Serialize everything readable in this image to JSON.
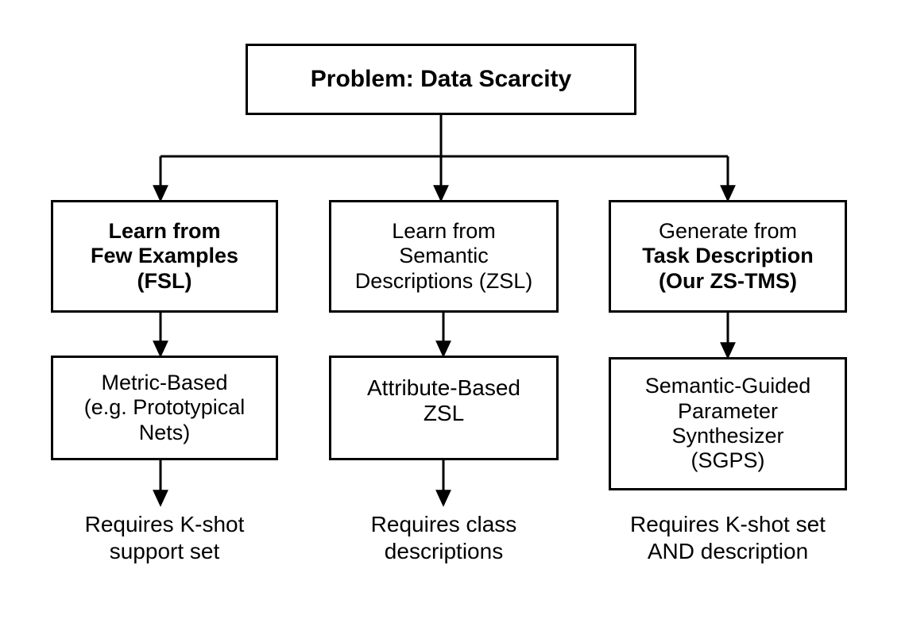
{
  "diagram": {
    "title_node": {
      "name": "problem",
      "lines": [
        "Problem: Data Scarcity"
      ]
    },
    "branches": [
      {
        "key": "fsl",
        "approach": {
          "lines": [
            "Learn from",
            "Few Examples",
            "(FSL)"
          ]
        },
        "method": {
          "lines": [
            "Metric-Based",
            "(e.g. Prototypical",
            "Nets)"
          ]
        },
        "requirement": {
          "lines": [
            "Requires K-shot",
            "support set"
          ]
        }
      },
      {
        "key": "zsl",
        "approach": {
          "lines": [
            "Learn from",
            "Semantic",
            "Descriptions (ZSL)"
          ]
        },
        "method": {
          "lines": [
            "Attribute-Based",
            "ZSL"
          ]
        },
        "requirement": {
          "lines": [
            "Requires class",
            "descriptions"
          ]
        }
      },
      {
        "key": "zstms",
        "approach": {
          "lines": [
            "Generate from",
            "Task Description",
            "(Our ZS-TMS)"
          ]
        },
        "method": {
          "lines": [
            "Semantic-Guided",
            "Parameter",
            "Synthesizer",
            "(SGPS)"
          ]
        },
        "requirement": {
          "lines": [
            "Requires K-shot set",
            "AND description"
          ]
        }
      }
    ],
    "colors": {
      "background": "#ffffff",
      "stroke": "#000000",
      "text": "#000000"
    }
  }
}
